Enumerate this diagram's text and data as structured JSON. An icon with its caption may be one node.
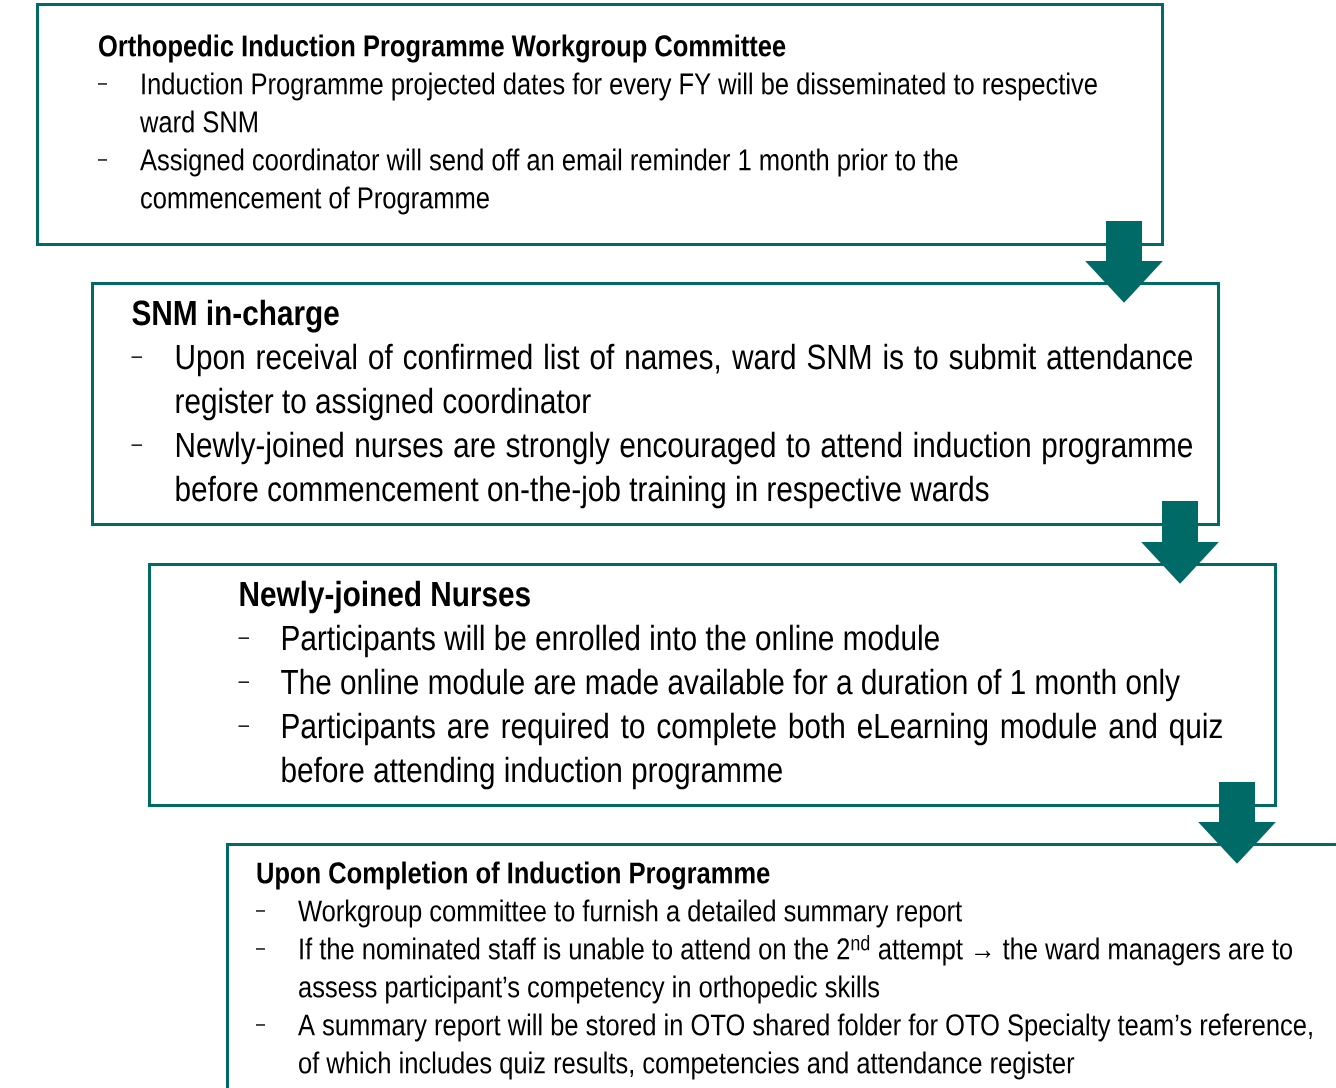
{
  "diagram": {
    "nodes": [
      {
        "text": [
          "Orthopedic Induction Programme Workgroup Committee",
          "Induction Programme projected dates for every FY will be disseminated to respective ward SNM",
          "Assigned coordinator will send off an email reminder 1 month prior to the commencement of Programme"
        ]
      },
      {
        "text": [
          "SNM in-charge",
          "Upon receival of confirmed list of names, ward SNM is to submit attendance register to assigned coordinator",
          "Newly-joined nurses are strongly encouraged to attend induction programme before commencement on-the-job training in respective wards"
        ]
      },
      {
        "text": [
          "Newly-joined Nurses",
          "Participants will be enrolled into the online module",
          "The online module are made available for a duration of 1 month only",
          "Participants are required to complete both eLearning module and quiz before attending induction programme"
        ]
      },
      {
        "text": [
          "Upon Completion of Induction Programme",
          "Workgroup committee to furnish a detailed summary report",
          "If the nominated staff is unable to attend on the 2$^{nd}$ attempt → the ward managers are to assess participant’s competency in orthopedic skills",
          "A summary report will be stored in OTO shared folder for OTO Specialty team’s reference, of which includes quiz results, competencies and attendance register"
        ]
      }
    ],
    "edges": [
      {
        "from": 0,
        "to": 1,
        "arrow": "to"
      },
      {
        "from": 1,
        "to": 2,
        "arrow": "to"
      },
      {
        "from": 2,
        "to": 3,
        "arrow": "to"
      }
    ]
  }
}
